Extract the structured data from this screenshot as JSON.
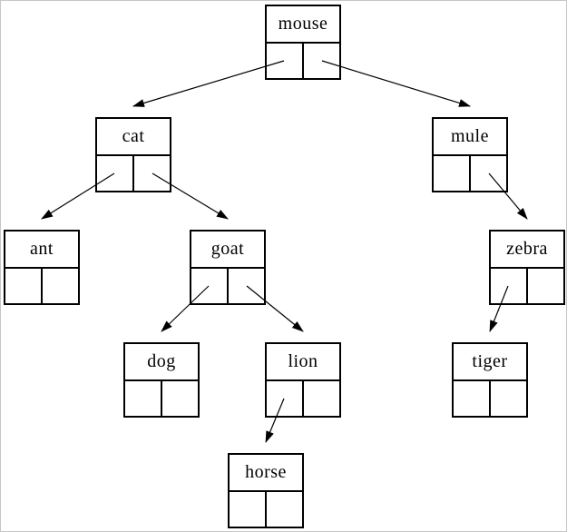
{
  "diagram": {
    "type": "binary-tree",
    "root": "mouse",
    "colors": {
      "line": "#000000",
      "node_border": "#000000",
      "background": "#ffffff",
      "page_frame": "#c6c6c6"
    }
  },
  "nodes": [
    {
      "id": "mouse",
      "label": "mouse"
    },
    {
      "id": "cat",
      "label": "cat"
    },
    {
      "id": "mule",
      "label": "mule"
    },
    {
      "id": "ant",
      "label": "ant"
    },
    {
      "id": "goat",
      "label": "goat"
    },
    {
      "id": "zebra",
      "label": "zebra"
    },
    {
      "id": "dog",
      "label": "dog"
    },
    {
      "id": "lion",
      "label": "lion"
    },
    {
      "id": "tiger",
      "label": "tiger"
    },
    {
      "id": "horse",
      "label": "horse"
    }
  ],
  "edges": [
    {
      "from": "mouse",
      "side": "left",
      "to": "cat"
    },
    {
      "from": "mouse",
      "side": "right",
      "to": "mule"
    },
    {
      "from": "cat",
      "side": "left",
      "to": "ant"
    },
    {
      "from": "cat",
      "side": "right",
      "to": "goat"
    },
    {
      "from": "goat",
      "side": "left",
      "to": "dog"
    },
    {
      "from": "goat",
      "side": "right",
      "to": "lion"
    },
    {
      "from": "lion",
      "side": "left",
      "to": "horse"
    },
    {
      "from": "mule",
      "side": "right",
      "to": "zebra"
    },
    {
      "from": "zebra",
      "side": "left",
      "to": "tiger"
    }
  ]
}
